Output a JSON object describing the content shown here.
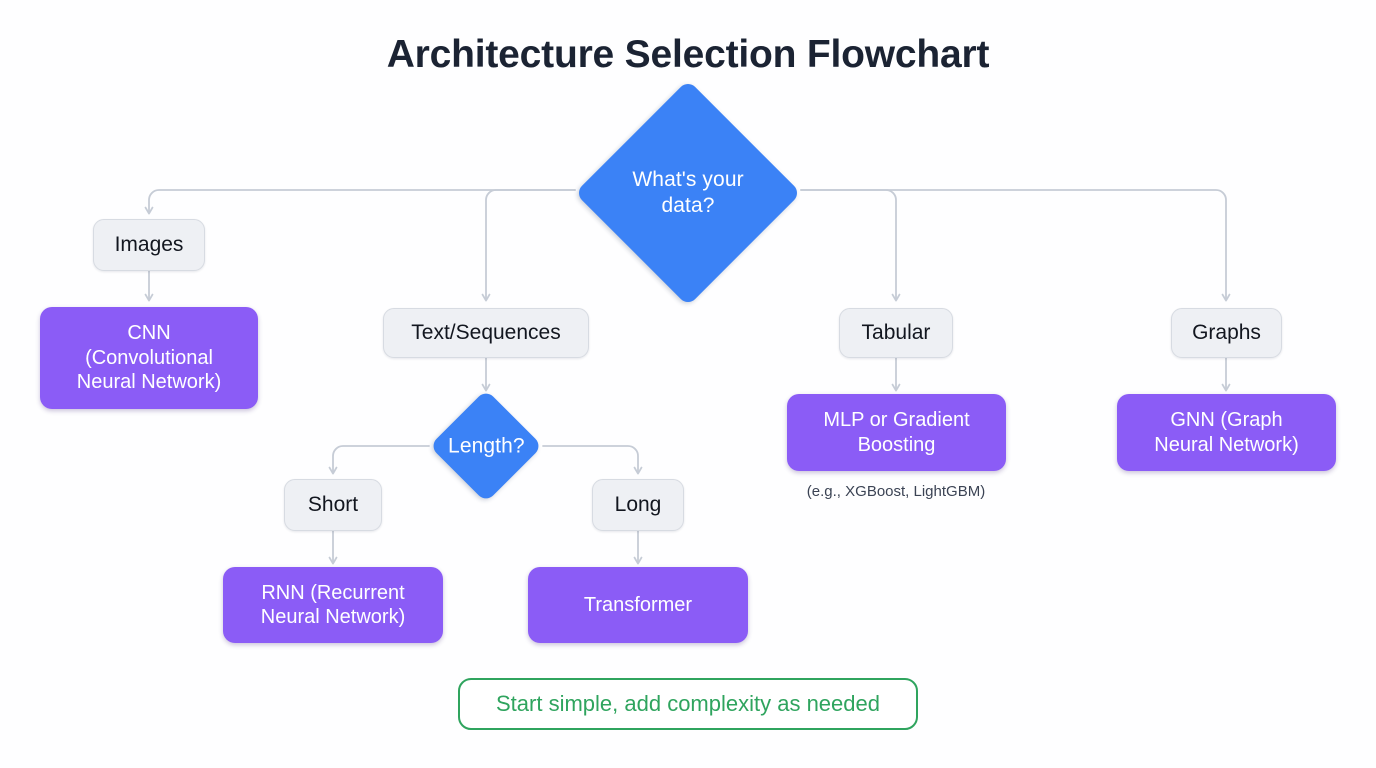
{
  "title": "Architecture Selection Flowchart",
  "colors": {
    "background": "#fefeff",
    "title_text": "#1b2333",
    "decision_fill": "#3b82f6",
    "decision_text": "#ffffff",
    "option_fill": "#eef0f4",
    "option_border": "#d7dbe2",
    "option_text": "#12161f",
    "result_fill": "#8b5cf6",
    "result_text": "#ffffff",
    "caption_text": "#3b4354",
    "edge_stroke": "#c6ccd6",
    "note_border": "#2fa45e",
    "note_text": "#2fa45e"
  },
  "nodes": {
    "root_decision": "What's your\ndata?",
    "length_decision": "Length?",
    "option_images": "Images",
    "option_text_sequences": "Text/Sequences",
    "option_tabular": "Tabular",
    "option_graphs": "Graphs",
    "option_short": "Short",
    "option_long": "Long",
    "result_cnn": "CNN\n(Convolutional\nNeural Network)",
    "result_rnn": "RNN (Recurrent\nNeural Network)",
    "result_transformer": "Transformer",
    "result_mlp_gbm": "MLP or Gradient\nBoosting",
    "result_gnn": "GNN (Graph\nNeural Network)"
  },
  "captions": {
    "tabular_examples": "(e.g., XGBoost, LightGBM)"
  },
  "footer": {
    "note": "Start simple, add complexity as needed"
  }
}
